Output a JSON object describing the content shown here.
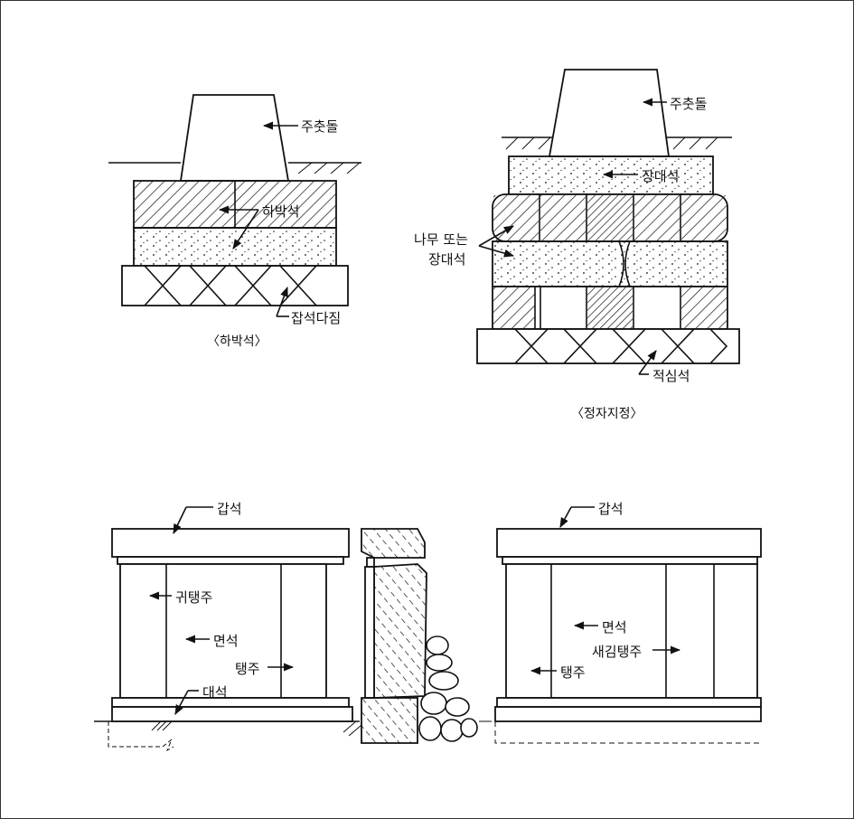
{
  "diagram_1": {
    "label_pillar_stone": "주춧돌",
    "label_base_stone": "하박석",
    "label_rubble": "잡석다짐",
    "caption": "〈하박석〉"
  },
  "diagram_2": {
    "label_pillar_stone": "주춧돌",
    "label_long_stone": "장대석",
    "label_wood_or_stone_line1": "나무 또는",
    "label_wood_or_stone_line2": "장대석",
    "label_core_stone": "적심석",
    "caption": "〈정자지정〉"
  },
  "diagram_3": {
    "label_cap_stone": "갑석",
    "label_corner_post": "귀탱주",
    "label_face_stone": "면석",
    "label_post": "탱주",
    "label_base": "대석"
  },
  "diagram_4": {
    "label_cap_stone": "갑석",
    "label_face_stone": "면석",
    "label_carved_post": "새김탱주",
    "label_post": "탱주"
  }
}
